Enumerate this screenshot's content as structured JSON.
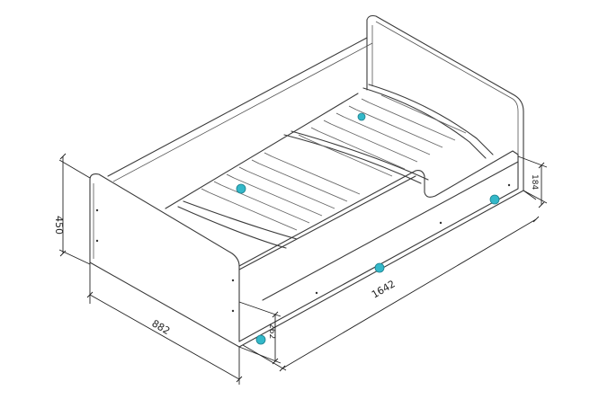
{
  "dimensions": {
    "height": "450",
    "width": "882",
    "length": "1642",
    "drawer_height": "262",
    "side_height": "184"
  },
  "colors": {
    "line": "#3a3a3a",
    "caster": "#33b8c9",
    "background": "#ffffff"
  },
  "icons": {
    "caster": "caster-wheel-icon"
  }
}
